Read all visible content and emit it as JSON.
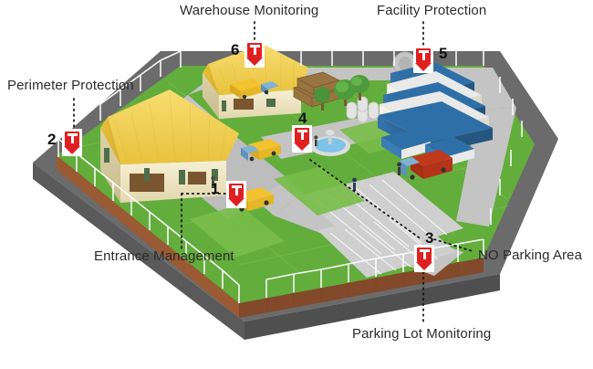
{
  "diagram": {
    "title_visible": false,
    "description": "Isometric illustration of an industrial facility campus with six numbered surveillance camera markers and callout labels",
    "background_color": "#ffffff"
  },
  "palette": {
    "marker_red": "#e02020",
    "marker_outline": "#ffffff",
    "label_text": "#2b2b2b",
    "number_text": "#111111",
    "grass": "#5caa3a",
    "grass_light": "#7cc24f",
    "pavement": "#c9c9c9",
    "road_outer": "#6b6b6b",
    "wall_base": "#9a5a33",
    "roof_yellow": "#f2cf4a",
    "wall_cream": "#efe6c4",
    "office_blue": "#2f6fa8",
    "truck_yellow": "#f2c230",
    "truck_red": "#c0391b",
    "cab_blue": "#7fb2d6",
    "fountain_blue": "#7fc4e8",
    "tree_green": "#4f9a3c"
  },
  "labels": [
    {
      "id": "warehouse-monitoring",
      "text": "Warehouse Monitoring",
      "marker": "6"
    },
    {
      "id": "facility-protection",
      "text": "Facility Protection",
      "marker": "5"
    },
    {
      "id": "perimeter-protection",
      "text": "Perimeter Protection",
      "marker": "2"
    },
    {
      "id": "entrance-management",
      "text": "Entrance Management",
      "marker": "1"
    },
    {
      "id": "no-parking-area",
      "text": "NO Parking Area",
      "marker": "3"
    },
    {
      "id": "parking-lot-monitoring",
      "text": "Parking Lot Monitoring",
      "marker": "3"
    }
  ],
  "markers": [
    {
      "number": "1",
      "name": "entrance-management",
      "icon": "camera-icon"
    },
    {
      "number": "2",
      "name": "perimeter-protection",
      "icon": "camera-icon"
    },
    {
      "number": "3",
      "name": "parking-lot-monitoring",
      "icon": "camera-icon"
    },
    {
      "number": "4",
      "name": "courtyard-monitoring",
      "icon": "camera-icon"
    },
    {
      "number": "5",
      "name": "facility-protection",
      "icon": "camera-icon"
    },
    {
      "number": "6",
      "name": "warehouse-monitoring",
      "icon": "camera-icon"
    }
  ],
  "scene_objects": [
    {
      "name": "warehouse-building-main",
      "color": "#f2cf4a"
    },
    {
      "name": "warehouse-building-rear",
      "color": "#f2cf4a"
    },
    {
      "name": "office-building",
      "color": "#2f6fa8"
    },
    {
      "name": "satellite-dish",
      "color": "#b9b9b9"
    },
    {
      "name": "fountain",
      "color": "#7fc4e8"
    },
    {
      "name": "storage-tanks",
      "color": "#e2e2e2"
    },
    {
      "name": "crate-stack",
      "color": "#8a6a3a"
    },
    {
      "name": "trees",
      "color": "#4f9a3c"
    },
    {
      "name": "parking-lot",
      "color": "#c9c9c9"
    },
    {
      "name": "perimeter-fence",
      "color": "#ffffff"
    },
    {
      "name": "truck-yellow",
      "color": "#f2c230"
    },
    {
      "name": "truck-red",
      "color": "#c0391b"
    },
    {
      "name": "outer-road",
      "color": "#6b6b6b"
    }
  ]
}
